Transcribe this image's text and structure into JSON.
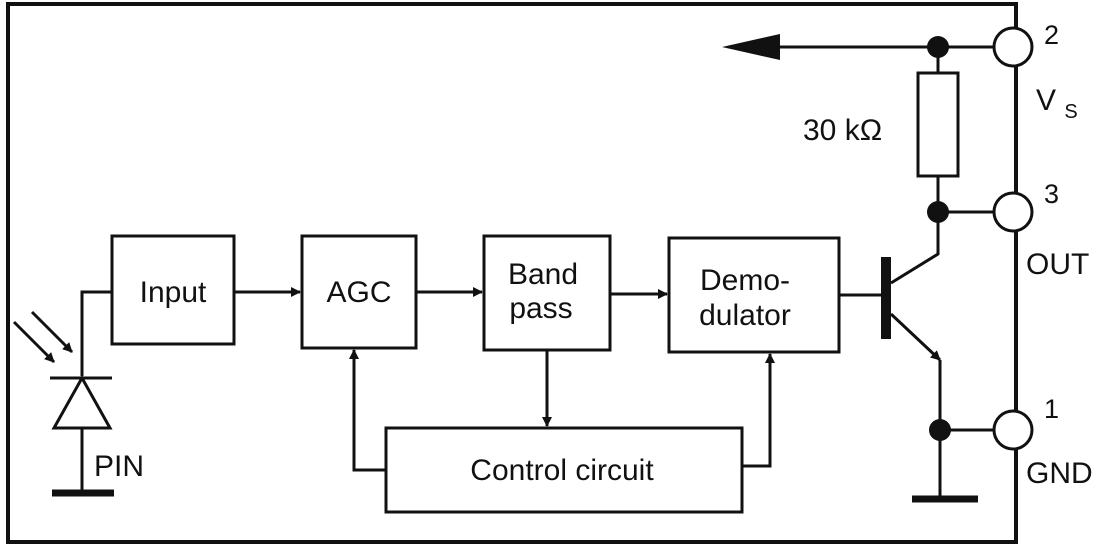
{
  "blocks": {
    "input": "Input",
    "agc": "AGC",
    "bandpass_line1": "Band",
    "bandpass_line2": "pass",
    "demod_line1": "Demo-",
    "demod_line2": "dulator",
    "control": "Control circuit"
  },
  "resistor": {
    "value": "30 kΩ"
  },
  "pins": {
    "vs": {
      "number": "2",
      "name": "V",
      "subscript": "S"
    },
    "out": {
      "number": "3",
      "name": "OUT"
    },
    "gnd": {
      "number": "1",
      "name": "GND"
    }
  },
  "photodiode": {
    "label": "PIN"
  },
  "colors": {
    "ink": "#111111",
    "background": "#ffffff"
  }
}
